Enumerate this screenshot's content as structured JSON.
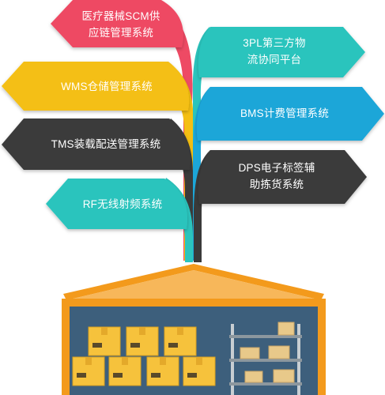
{
  "colors": {
    "red": "#ee4a64",
    "yellow": "#f4bf12",
    "dark": "#3a3a3a",
    "teal": "#2bc4bd",
    "blue": "#1ca6d8",
    "roof": "#f39a1c",
    "wall_frame": "#f39a1c",
    "wall_inner": "#3d5f7c",
    "box": "#f6c23c",
    "shelf": "#c8ced2"
  },
  "branches": [
    {
      "id": "scm",
      "color_key": "red",
      "lines": [
        "医疗器械SCM供",
        "应链管理系统"
      ]
    },
    {
      "id": "wms",
      "color_key": "yellow",
      "lines": [
        "WMS仓储管理系统"
      ]
    },
    {
      "id": "tms",
      "color_key": "dark",
      "lines": [
        "TMS装载配送管理系统"
      ]
    },
    {
      "id": "rf",
      "color_key": "teal",
      "lines": [
        "RF无线射频系统"
      ]
    },
    {
      "id": "3pl",
      "color_key": "teal",
      "lines": [
        "3PL第三方物",
        "流协同平台"
      ]
    },
    {
      "id": "bms",
      "color_key": "blue",
      "lines": [
        "BMS计费管理系统"
      ]
    },
    {
      "id": "dps",
      "color_key": "dark",
      "lines": [
        "DPS电子标签辅",
        "助拣货系统"
      ]
    }
  ]
}
